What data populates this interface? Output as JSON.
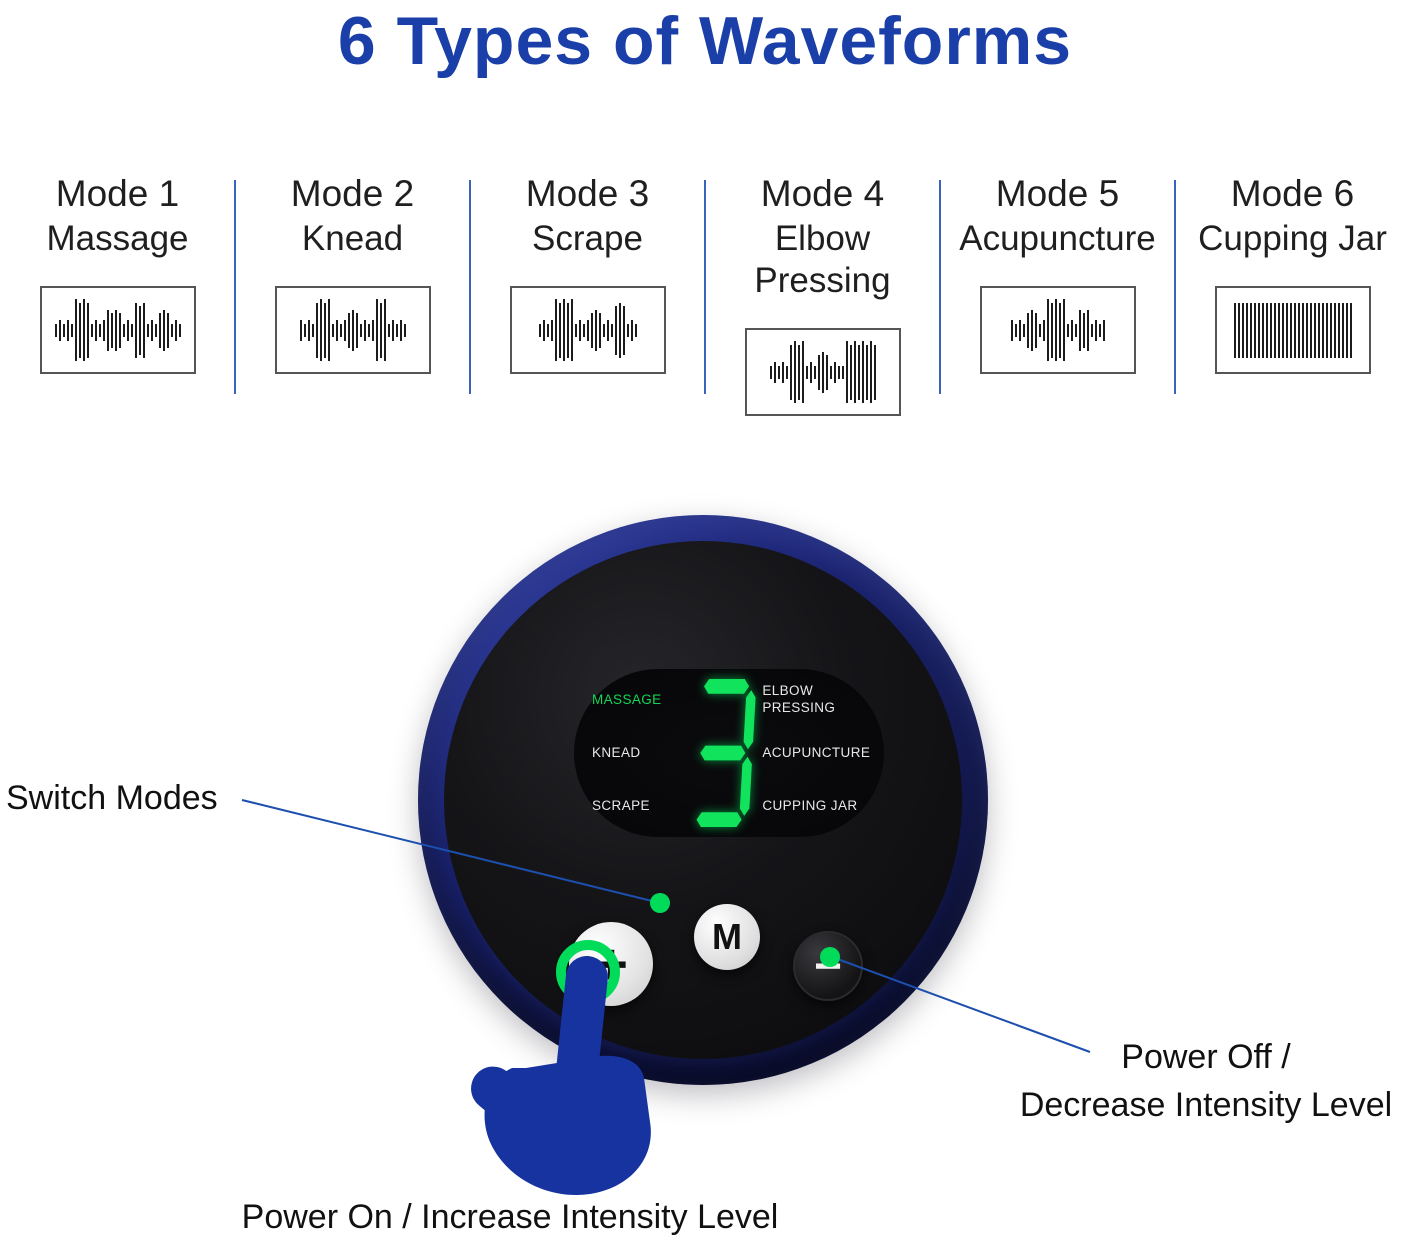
{
  "title": "6 Types of Waveforms",
  "colors": {
    "accent_blue": "#1b3fa8",
    "divider_blue": "#3a63bb",
    "green": "#00dc5a",
    "display_green": "#12d656",
    "device_navy": "#1b2370"
  },
  "modes": [
    {
      "mode": "Mode 1",
      "name": "Massage",
      "pattern": [
        2,
        3,
        2,
        3,
        2,
        9,
        8,
        9,
        8,
        2,
        3,
        2,
        3,
        6,
        5,
        6,
        5,
        2,
        3,
        2,
        8,
        7,
        8,
        2,
        3,
        2,
        5,
        6,
        5,
        2,
        3,
        2
      ]
    },
    {
      "mode": "Mode 2",
      "name": "Knead",
      "pattern": [
        3,
        2,
        3,
        2,
        8,
        9,
        8,
        9,
        2,
        3,
        2,
        3,
        5,
        6,
        5,
        2,
        3,
        2,
        3,
        9,
        8,
        9,
        2,
        3,
        2,
        3,
        2
      ]
    },
    {
      "mode": "Mode 3",
      "name": "Scrape",
      "pattern": [
        2,
        3,
        2,
        3,
        9,
        8,
        9,
        8,
        9,
        2,
        3,
        2,
        3,
        5,
        6,
        5,
        2,
        3,
        2,
        7,
        8,
        7,
        2,
        3,
        2
      ]
    },
    {
      "mode": "Mode 4",
      "name": "Elbow Pressing",
      "pattern": [
        2,
        3,
        2,
        3,
        2,
        8,
        9,
        8,
        9,
        2,
        3,
        2,
        5,
        6,
        5,
        2,
        3,
        2,
        2,
        9,
        8,
        9,
        8,
        9,
        8,
        9,
        8
      ]
    },
    {
      "mode": "Mode 5",
      "name": "Acupuncture",
      "pattern": [
        3,
        2,
        3,
        2,
        5,
        6,
        5,
        2,
        3,
        9,
        8,
        9,
        8,
        9,
        2,
        3,
        2,
        6,
        5,
        6,
        2,
        3,
        2,
        3
      ]
    },
    {
      "mode": "Mode 6",
      "name": "Cupping Jar",
      "pattern": [
        8,
        8,
        8,
        8,
        8,
        8,
        8,
        8,
        8,
        8,
        8,
        8,
        8,
        8,
        8,
        8,
        8,
        8,
        8,
        8,
        8,
        8,
        8,
        8,
        8,
        8,
        8,
        8,
        8,
        8
      ]
    }
  ],
  "device": {
    "display": {
      "left_labels": [
        "MASSAGE",
        "KNEAD",
        "SCRAPE"
      ],
      "right_labels": [
        "ELBOW PRESSING",
        "ACUPUNCTURE",
        "CUPPING JAR"
      ],
      "active_label": "MASSAGE",
      "digit": "3"
    },
    "buttons": {
      "plus": "+",
      "mode": "M",
      "minus": "−"
    }
  },
  "annotations": {
    "switch_modes": "Switch Modes",
    "power_off_line1": "Power Off /",
    "power_off_line2": "Decrease Intensity Level",
    "power_on": "Power On / Increase Intensity Level"
  }
}
